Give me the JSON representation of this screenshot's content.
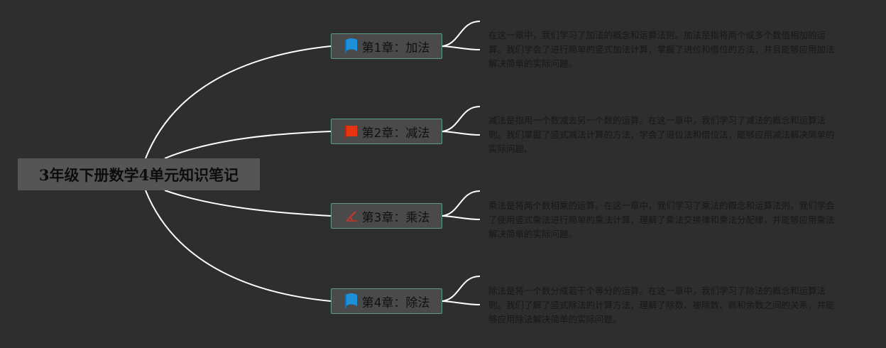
{
  "root": {
    "title": "3年级下册数学4单元知识笔记"
  },
  "chapters": [
    {
      "title": "第1章：加法",
      "icon": "blue-flag-icon",
      "icon_color": "#1e90d8",
      "note": "在这一章中，我们学习了加法的概念和运算法则。加法是指将两个或多个数值相加的运算。我们学会了进行简单的竖式加法计算，掌握了进位和借位的方法，并且能够应用加法解决简单的实际问题。"
    },
    {
      "title": "第2章：减法",
      "icon": "red-flag-icon",
      "icon_color": "#e63312",
      "note": "减法是指用一个数减去另一个数的运算。在这一章中，我们学习了减法的概念和运算法则。我们掌握了竖式减法计算的方法，学会了退位法和借位法，能够应用减法解决简单的实际问题。"
    },
    {
      "title": "第3章：乘法",
      "icon": "pencil-ruler-icon",
      "icon_color": "#c0392b",
      "note": "乘法是将两个数相乘的运算。在这一章中，我们学习了乘法的概念和运算法则。我们学会了使用竖式乘法进行简单的乘法计算，理解了乘法交换律和乘法分配律，并能够应用乘法解决简单的实际问题。"
    },
    {
      "title": "第4章：除法",
      "icon": "blue-flag-icon",
      "icon_color": "#1e90d8",
      "note": "除法是将一个数分成若干个等分的运算。在这一章中，我们学习了除法的概念和运算法则。我们了解了竖式除法的计算方法，理解了除数、被除数、商和余数之间的关系，并能够应用除法解决简单的实际问题。"
    }
  ]
}
